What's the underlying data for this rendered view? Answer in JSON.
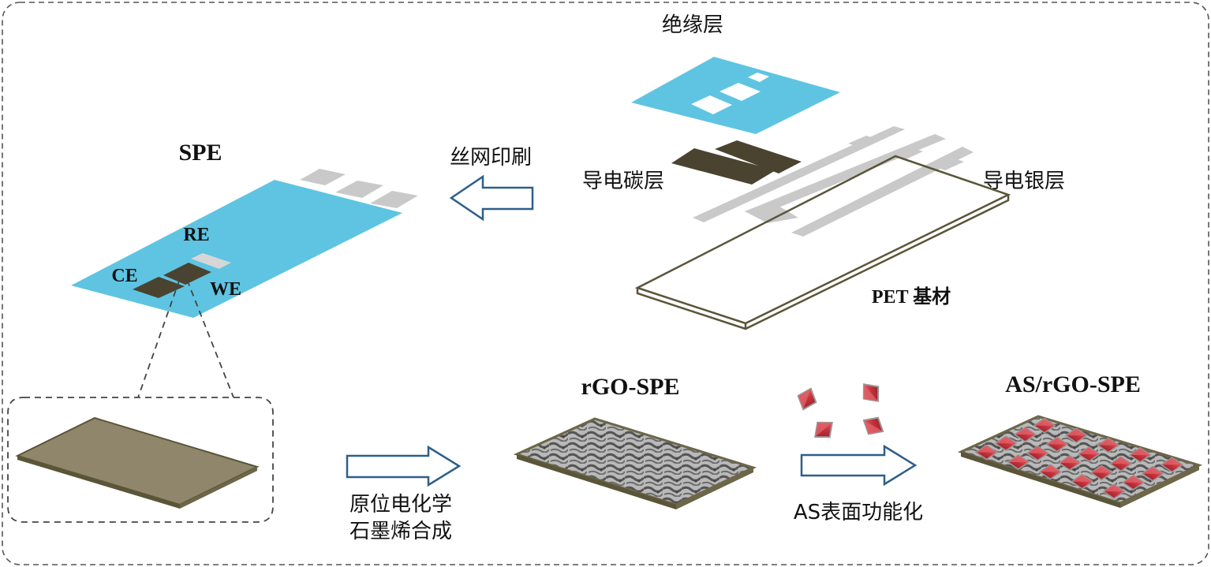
{
  "labels": {
    "insulation_layer": "绝缘层",
    "screen_printing": "丝网印刷",
    "carbon_layer": "导电碳层",
    "silver_layer": "导电银层",
    "pet_substrate": "PET 基材",
    "spe": "SPE",
    "re": "RE",
    "ce": "CE",
    "we": "WE",
    "rgo_spe": "rGO-SPE",
    "as_rgo_spe": "AS/rGO-SPE",
    "synthesis_line1": "原位电化学",
    "synthesis_line2": "石墨烯合成",
    "as_functionalization": "AS表面功能化"
  },
  "colors": {
    "insulation_blue": "#5ec4e2",
    "carbon_dark": "#4a4330",
    "silver_grey": "#c9c9c9",
    "electrode_tan": "#8f866b",
    "arrow_blue": "#2e5f8a",
    "crystal_red": "#d0404a"
  },
  "icons": {
    "flow_arrow": "hollow-right-arrow",
    "back_arrow": "hollow-left-arrow",
    "crystal": "red-diamond-crystal-icon"
  }
}
